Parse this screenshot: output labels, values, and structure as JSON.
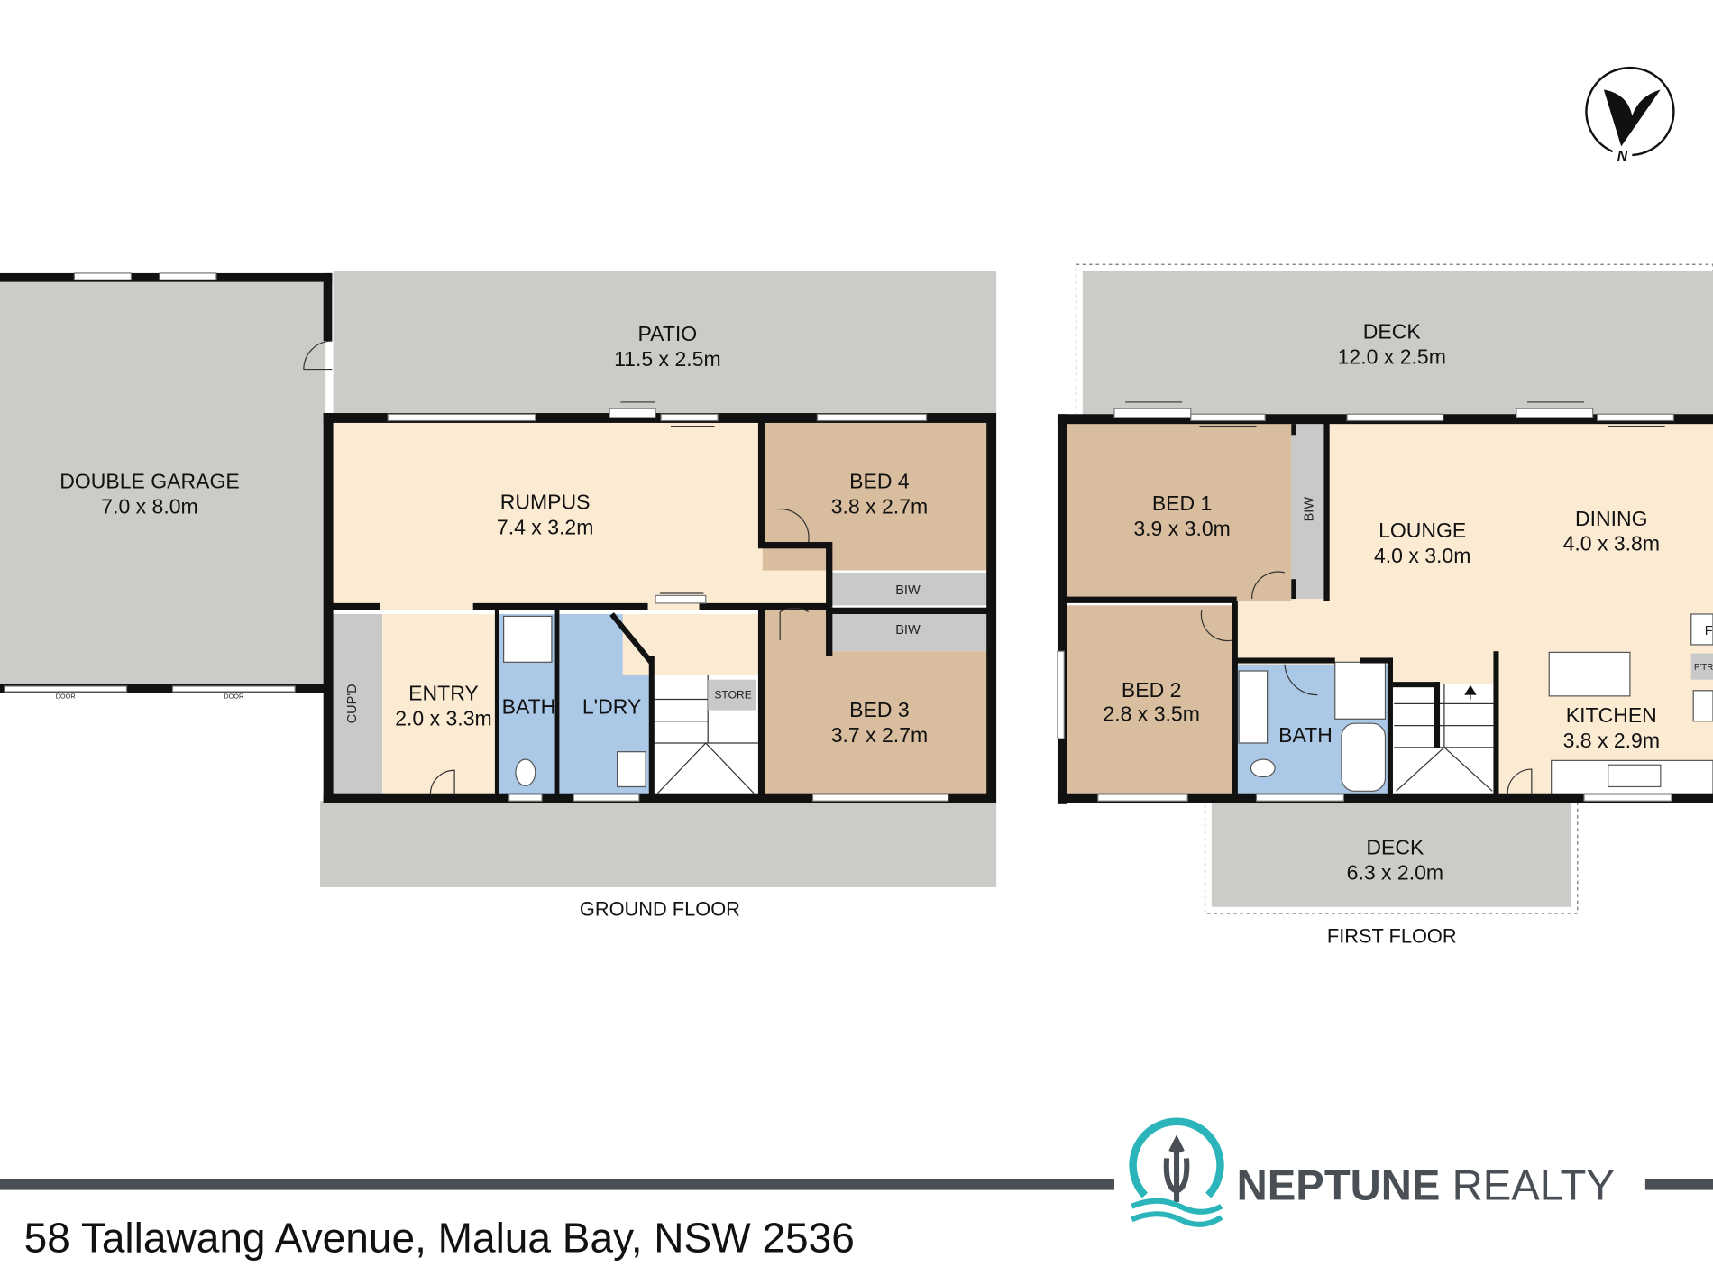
{
  "ground_floor": {
    "title": "GROUND FLOOR",
    "rooms": [
      {
        "name": "DOUBLE GARAGE",
        "size": "7.0 x 8.0m"
      },
      {
        "name": "PATIO",
        "size": "11.5 x 2.5m"
      },
      {
        "name": "RUMPUS",
        "size": "7.4 x 3.2m"
      },
      {
        "name": "BED 4",
        "size": "3.8 x 2.7m"
      },
      {
        "name": "BED 3",
        "size": "3.7 x 2.7m"
      },
      {
        "name": "ENTRY",
        "size": "2.0 x 3.3m"
      },
      {
        "name": "BATH"
      },
      {
        "name": "L'DRY"
      },
      {
        "name": "CUP'D"
      },
      {
        "name": "STORE"
      },
      {
        "name": "BIW"
      },
      {
        "name": "BIW"
      }
    ],
    "door_labels": [
      "DOOR",
      "DOOR"
    ]
  },
  "first_floor": {
    "title": "FIRST FLOOR",
    "rooms": [
      {
        "name": "DECK",
        "size": "12.0 x 2.5m"
      },
      {
        "name": "BED 1",
        "size": "3.9 x 3.0m"
      },
      {
        "name": "LOUNGE",
        "size": "4.0 x 3.0m"
      },
      {
        "name": "DINING",
        "size": "4.0 x 3.8m"
      },
      {
        "name": "BED 2",
        "size": "2.8 x 3.5m"
      },
      {
        "name": "BATH"
      },
      {
        "name": "KITCHEN",
        "size": "3.8 x 2.9m"
      },
      {
        "name": "DECK",
        "size": "6.3 x 2.0m"
      },
      {
        "name": "BIW"
      },
      {
        "name": "F"
      },
      {
        "name": "P'TRY"
      }
    ]
  },
  "compass": {
    "label": "N",
    "icon": "north-arrow-icon"
  },
  "footer": {
    "address": "58 Tallawang Avenue, Malua Bay, NSW 2536",
    "brand_bold": "NEPTUNE",
    "brand_light": "REALTY",
    "logo_icon": "trident-wave-icon"
  },
  "colors": {
    "wall": "#111111",
    "outdoor": "#cdcbc7",
    "living": "#fcebd3",
    "bedroom": "#d8bd9f",
    "wet_area": "#abc8e7",
    "brand_teal": "#2bb5bb",
    "brand_dark": "#4a4f55"
  }
}
